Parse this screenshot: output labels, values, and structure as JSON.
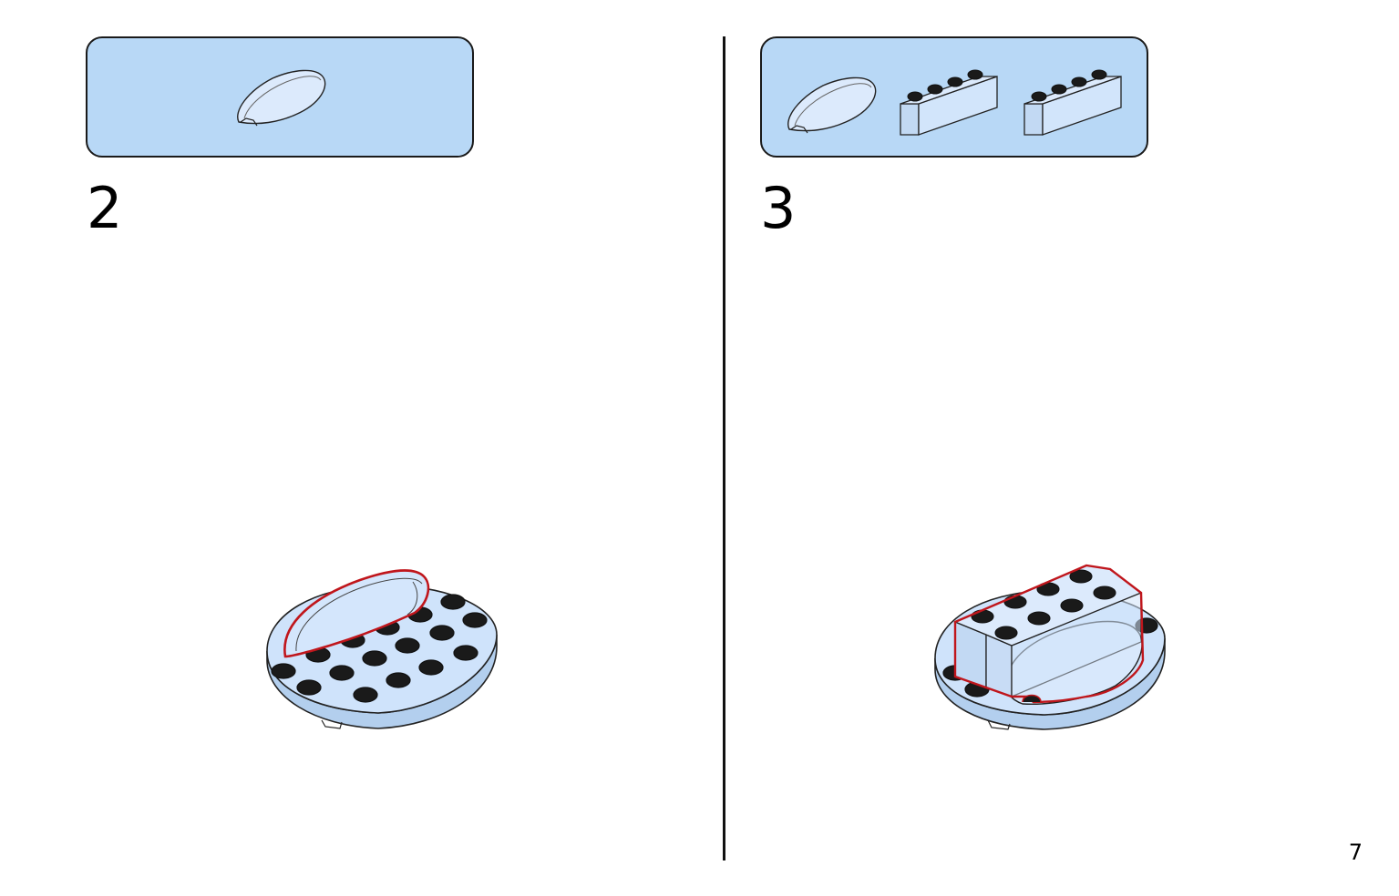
{
  "steps": [
    {
      "number": "2",
      "parts": [
        "curved-slope-brick-icon"
      ]
    },
    {
      "number": "3",
      "parts": [
        "curved-slope-brick-icon",
        "brick-1x4-icon",
        "brick-1x4-icon"
      ]
    }
  ],
  "page_number": "7",
  "colors": {
    "parts_panel": "#b8d8f6",
    "brick": "#cfe3fb",
    "stud_top": "#1a1a1a",
    "highlight": "#c0161c"
  }
}
